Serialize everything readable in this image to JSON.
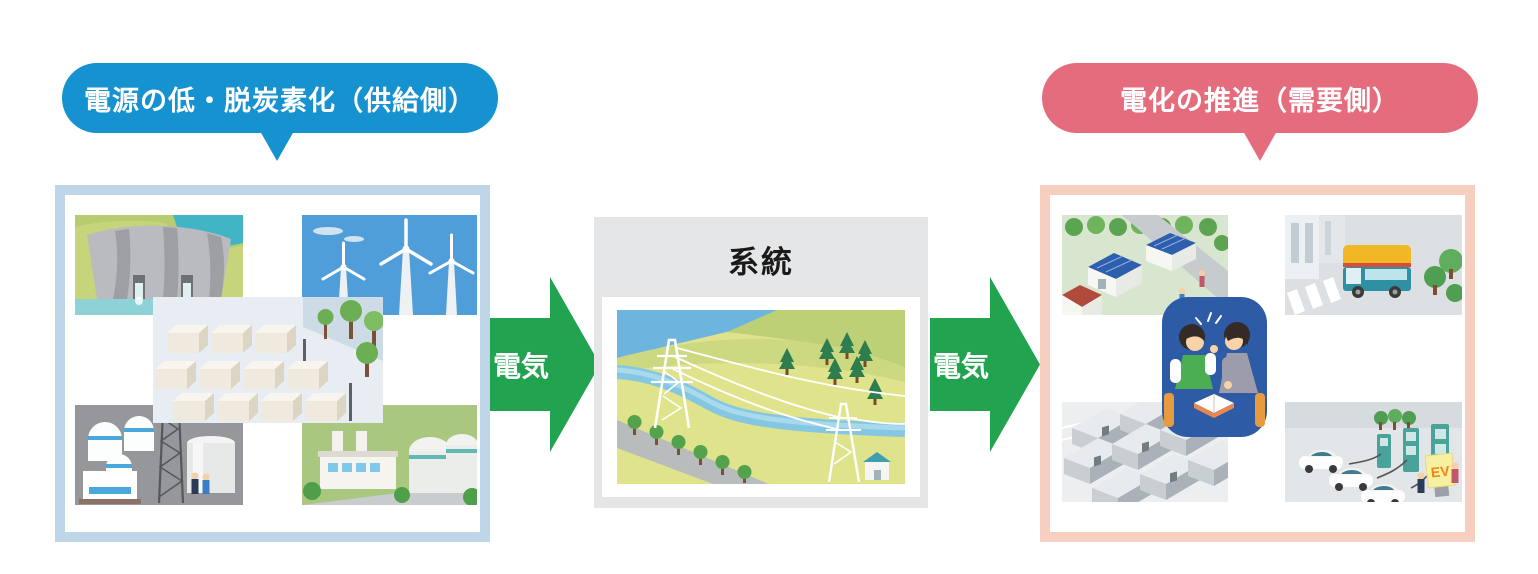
{
  "diagram": {
    "supply": {
      "bubble_label": "電源の低・脱炭素化（供給側）",
      "illustrations": [
        "hydro-dam",
        "wind-turbines",
        "fuel-storage-tanks",
        "thermal-power-plant",
        "power-plant-buildings"
      ]
    },
    "demand": {
      "bubble_label": "電化の推進（需要側）",
      "illustrations": [
        "solar-panel-homes",
        "electric-bus",
        "industrial-buildings",
        "ev-charging-station",
        "energy-consultation"
      ]
    },
    "grid": {
      "title": "系統",
      "illustrations": [
        "transmission-lines-landscape"
      ]
    },
    "arrows": {
      "left_label": "電気",
      "right_label": "電気"
    },
    "signs": {
      "ev": "EV"
    },
    "colors": {
      "supply_blue": "#1792D0",
      "demand_pink": "#E56C7C",
      "electricity_green": "#21A350",
      "supply_panel_border": "#BFD6E9",
      "demand_panel_border": "#F6CFC0",
      "grid_panel_bg": "#E4E6E8",
      "panel_bg": "#FFFFFF",
      "bubble_text": "#FFFFFF",
      "title_text": "#1A1A1A"
    }
  }
}
